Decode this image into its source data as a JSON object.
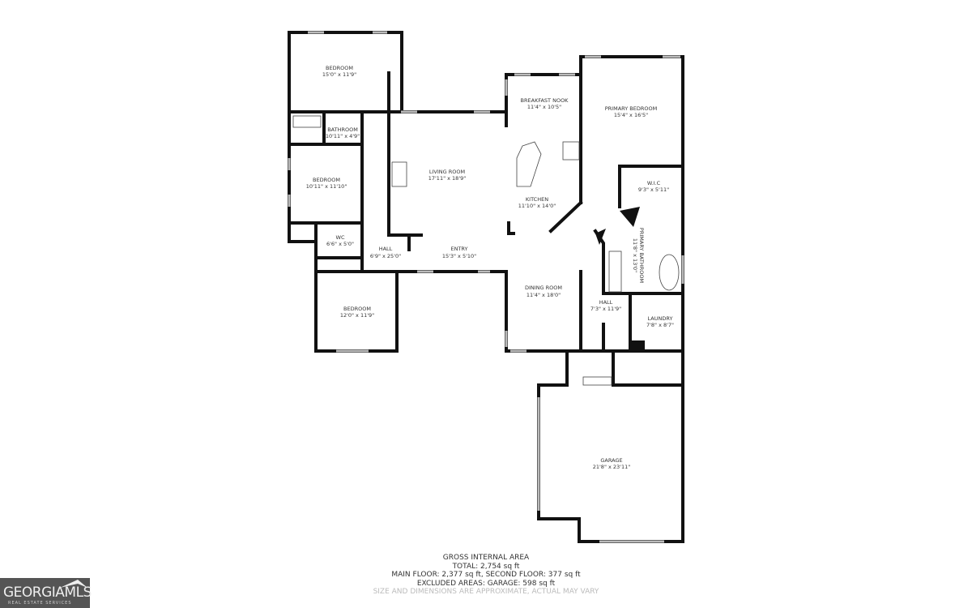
{
  "rooms": [
    {
      "name": "BEDROOM",
      "dims": "15'0\" x 11'9\""
    },
    {
      "name": "BATHROOM",
      "dims": "10'11\" x 4'9\""
    },
    {
      "name": "BEDROOM",
      "dims": "10'11\" x 11'10\""
    },
    {
      "name": "WC",
      "dims": "6'6\" x 5'0\""
    },
    {
      "name": "HALL",
      "dims": "6'9\" x 25'0\""
    },
    {
      "name": "BEDROOM",
      "dims": "12'0\" x 11'9\""
    },
    {
      "name": "LIVING ROOM",
      "dims": "17'11\" x 18'9\""
    },
    {
      "name": "ENTRY",
      "dims": "15'3\" x 5'10\""
    },
    {
      "name": "BREAKFAST NOOK",
      "dims": "11'4\" x 10'5\""
    },
    {
      "name": "KITCHEN",
      "dims": "11'10\" x 14'0\""
    },
    {
      "name": "DINING ROOM",
      "dims": "11'4\" x 18'0\""
    },
    {
      "name": "PRIMARY BEDROOM",
      "dims": "15'4\" x 16'5\""
    },
    {
      "name": "W.I.C",
      "dims": "9'3\" x 5'11\""
    },
    {
      "name": "PRIMARY BATHROOM",
      "dims": "11'8\" x 13'0\""
    },
    {
      "name": "HALL",
      "dims": "7'3\" x 11'9\""
    },
    {
      "name": "LAUNDRY",
      "dims": "7'8\" x 8'7\""
    },
    {
      "name": "GARAGE",
      "dims": "21'8\" x 23'11\""
    }
  ],
  "summary": {
    "title": "GROSS INTERNAL AREA",
    "total": "TOTAL: 2,754 sq ft",
    "floors": "MAIN FLOOR: 2,377 sq ft, SECOND FLOOR: 377 sq ft",
    "excluded": "EXCLUDED AREAS: GARAGE: 598 sq ft",
    "note": "SIZE AND DIMENSIONS ARE APPROXIMATE, ACTUAL MAY VARY"
  },
  "logo": {
    "name": "GEORGIAMLS",
    "sub": "REAL ESTATE SERVICES"
  }
}
